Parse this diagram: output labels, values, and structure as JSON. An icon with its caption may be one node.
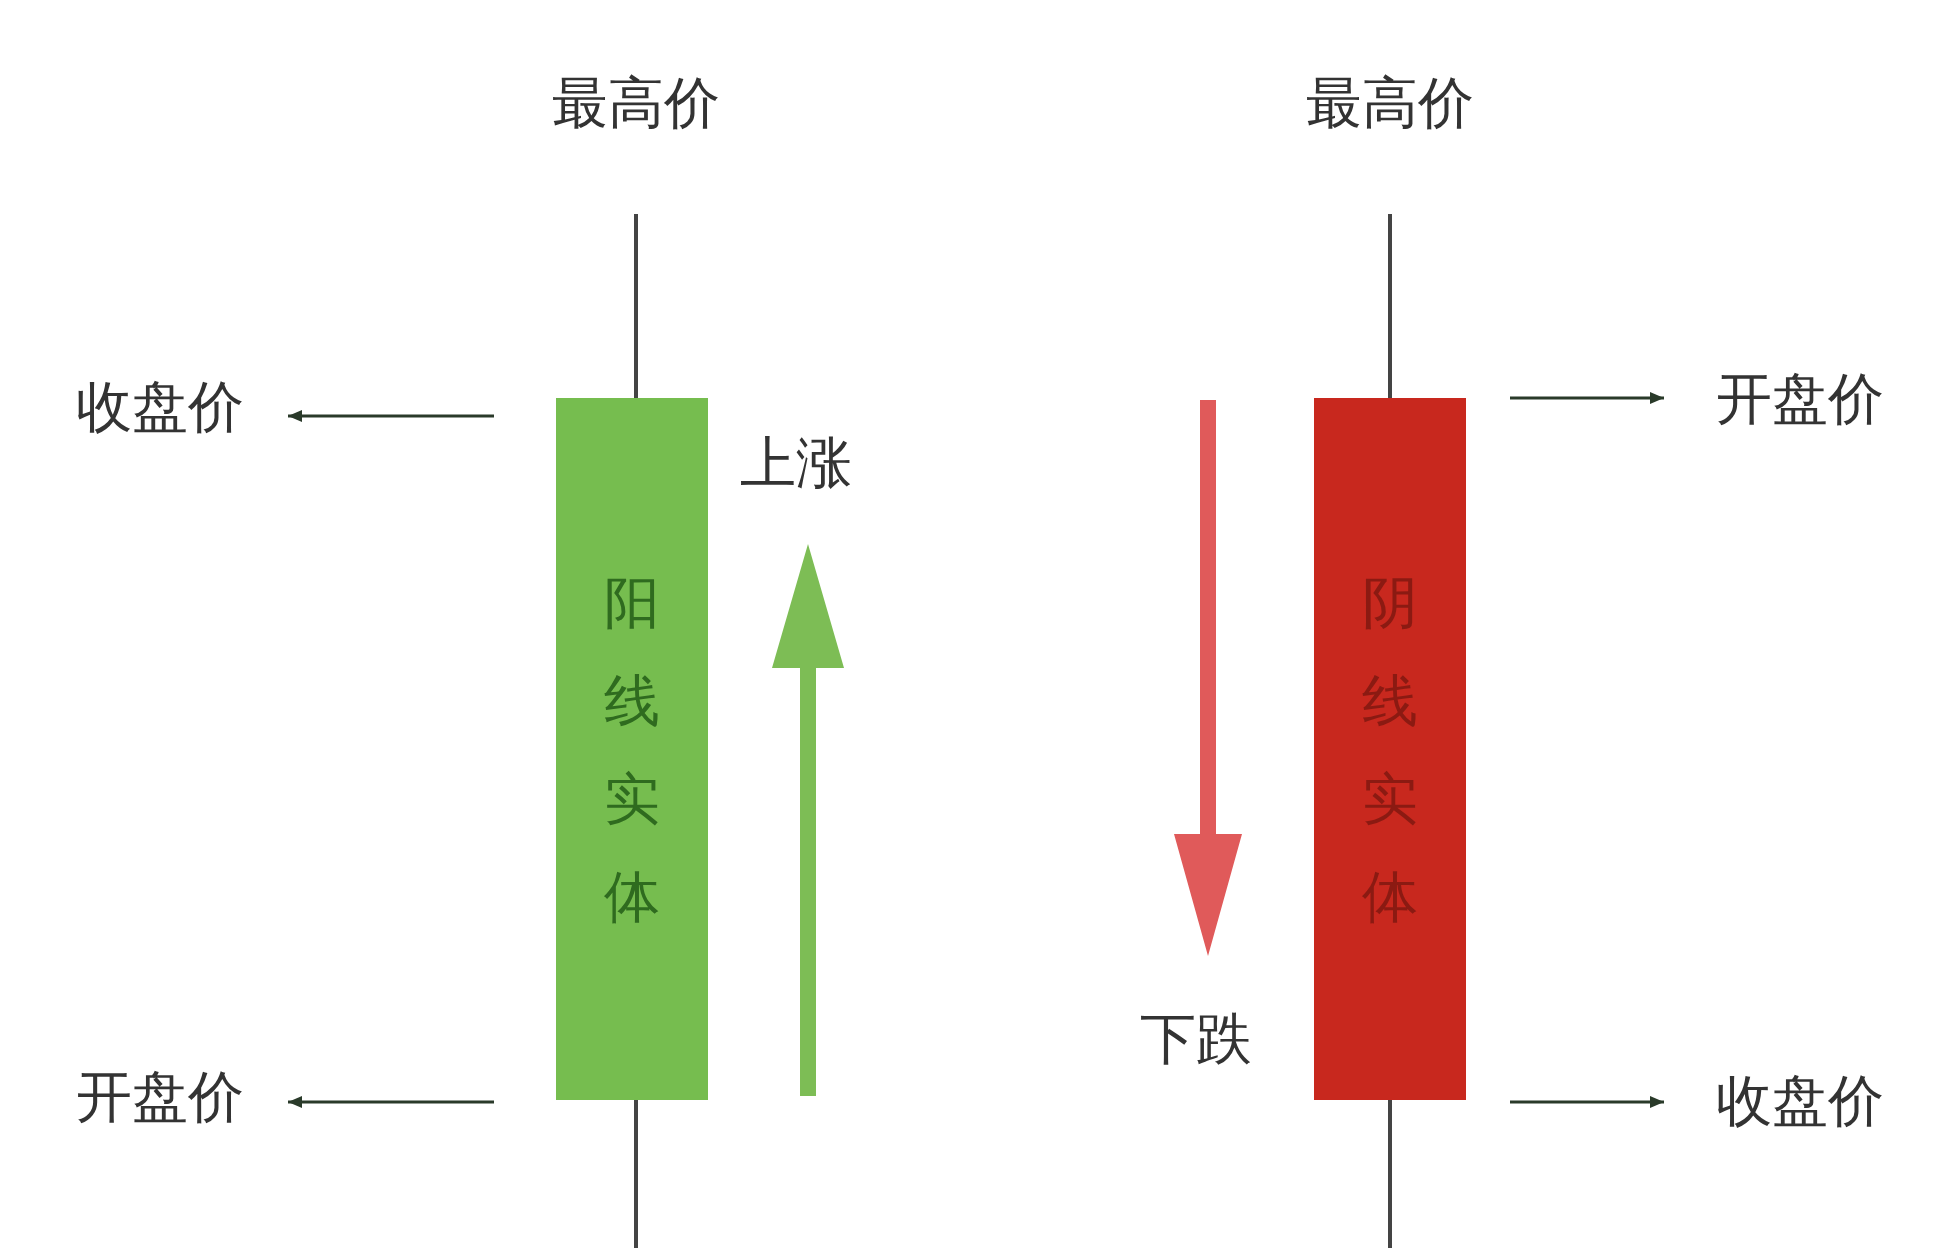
{
  "diagram": {
    "nodes": [
      {
        "text": [
          "阳线实体"
        ]
      },
      {
        "text": [
          "收盘价"
        ]
      },
      {
        "text": [
          "开盘价"
        ]
      },
      {
        "text": [
          "阴线实体"
        ]
      },
      {
        "text": [
          "开盘价"
        ]
      },
      {
        "text": [
          "收盘价"
        ]
      }
    ],
    "edges": [
      {
        "from": 0,
        "to": 1,
        "arrow": "to"
      },
      {
        "from": 0,
        "to": 2,
        "arrow": "to"
      },
      {
        "from": 3,
        "to": 4,
        "arrow": "to"
      },
      {
        "from": 3,
        "to": 5,
        "arrow": "to"
      }
    ],
    "labels": [
      "最高价",
      "最高价",
      "上涨",
      "下跌"
    ]
  }
}
